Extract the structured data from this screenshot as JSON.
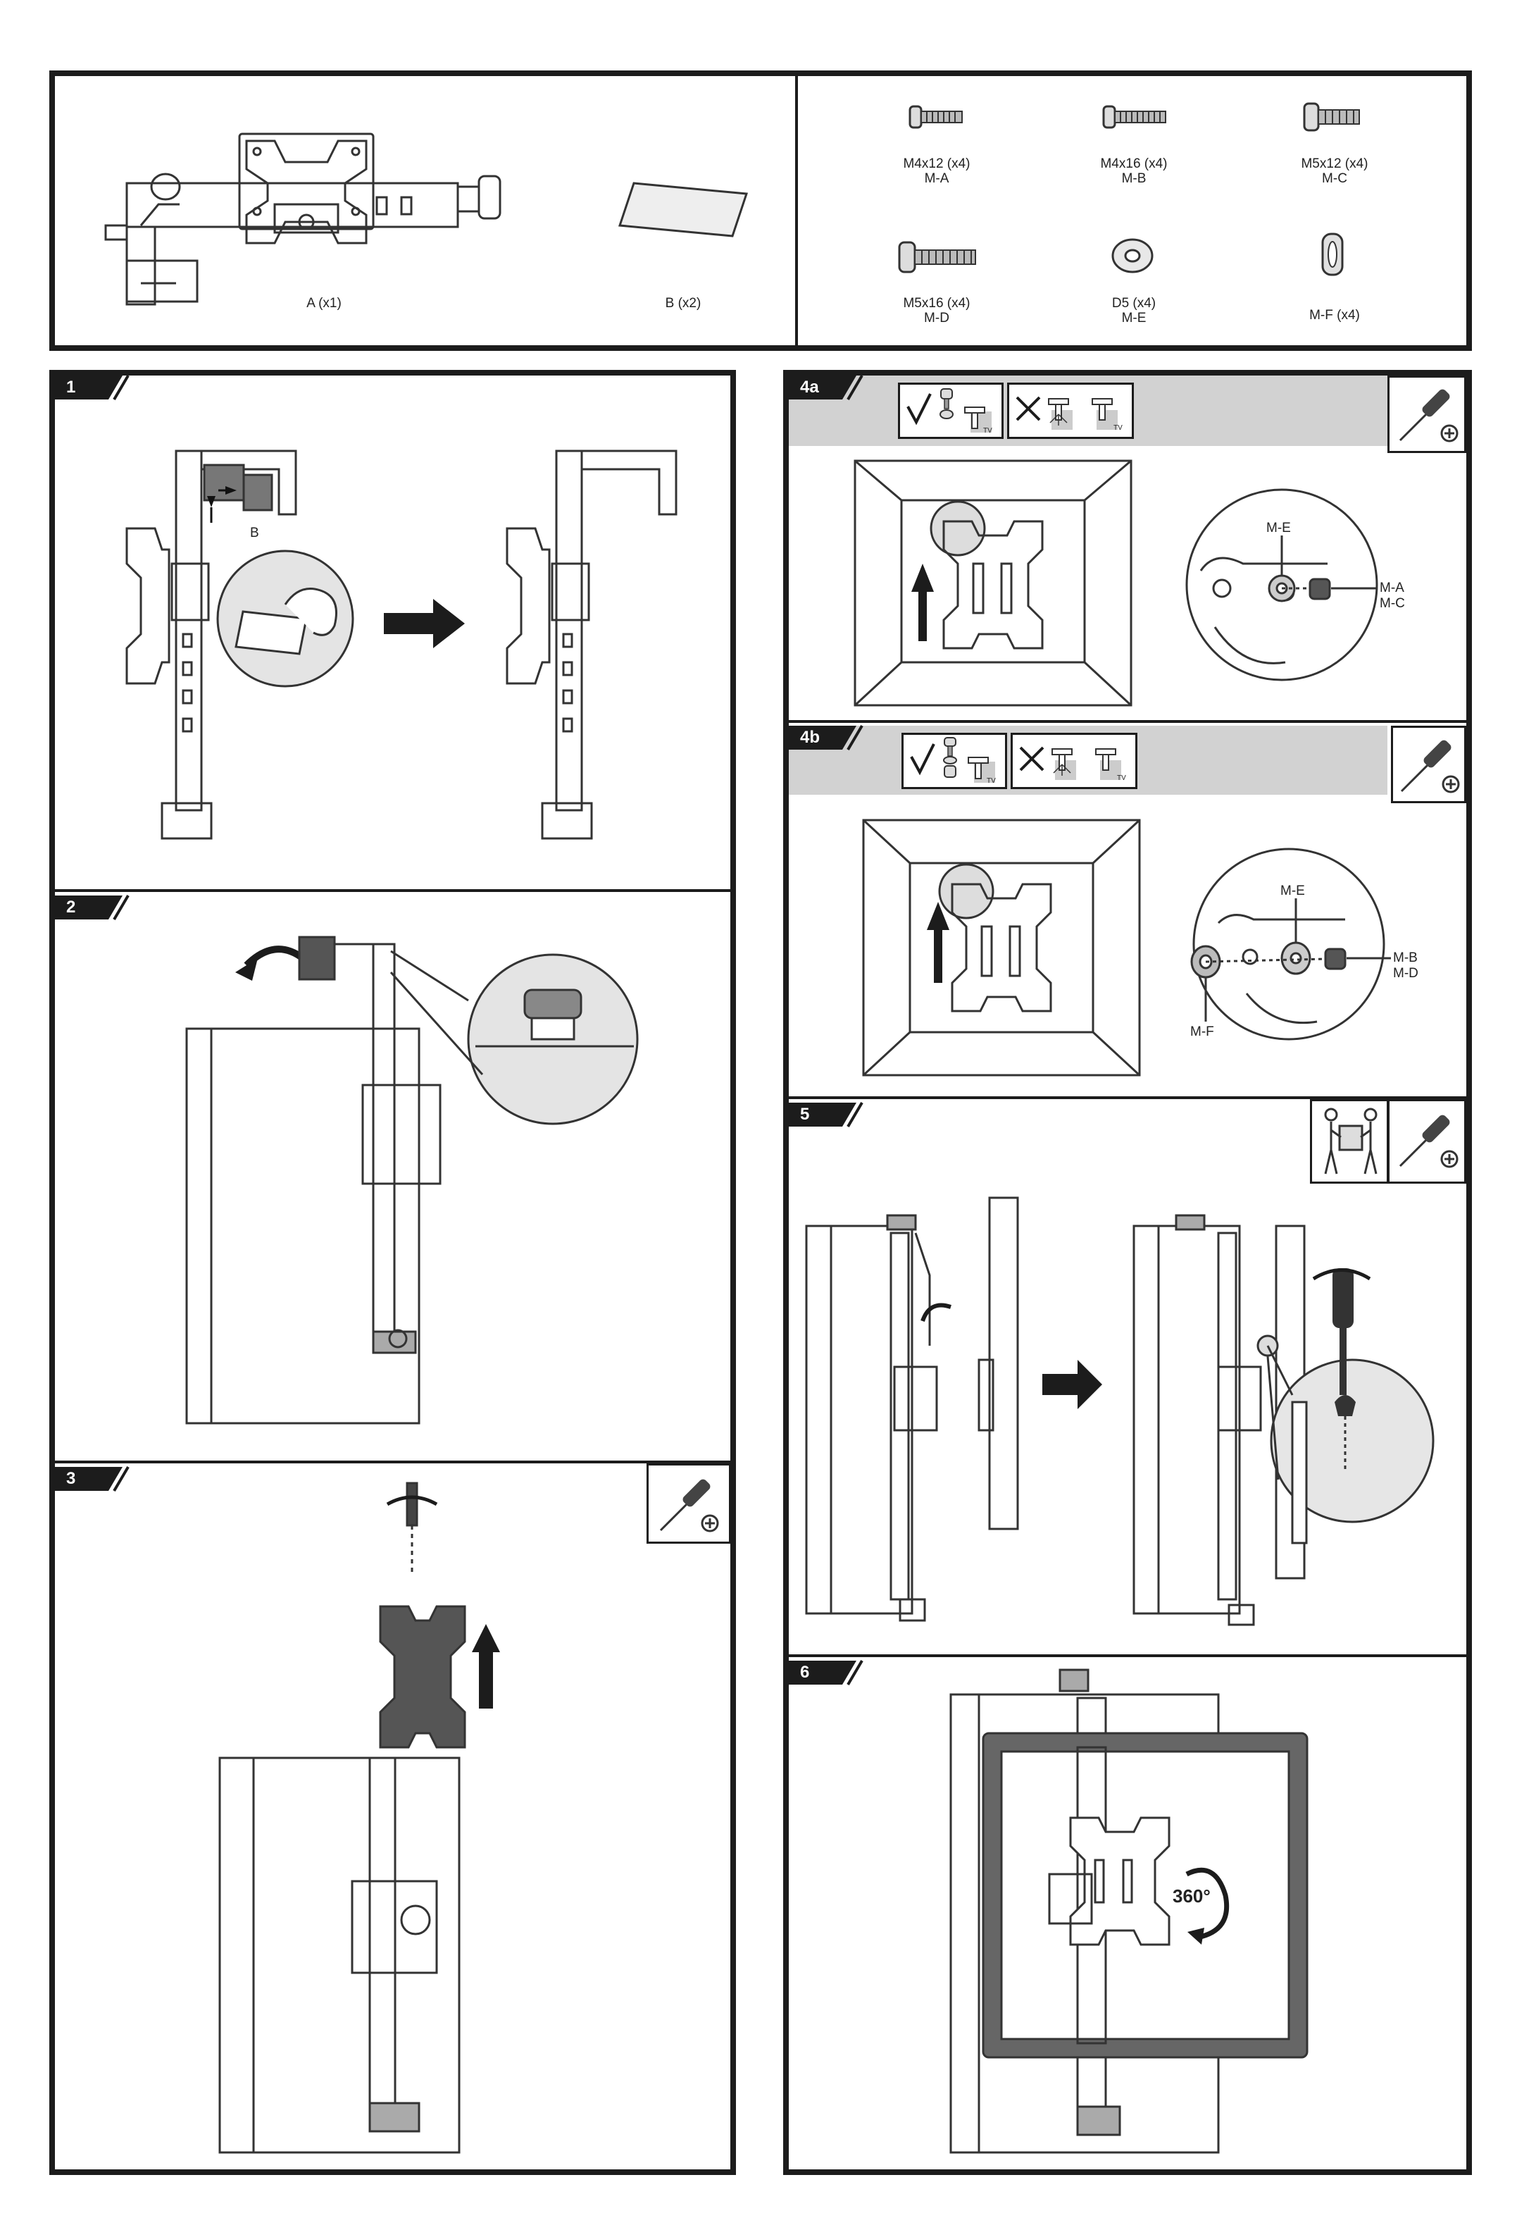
{
  "parts": {
    "bracket": {
      "label": "A (x1)"
    },
    "pad": {
      "label": "B (x2)"
    },
    "screws": [
      {
        "size": "M4x12 (x4)",
        "code": "M-A"
      },
      {
        "size": "M4x16 (x4)",
        "code": "M-B"
      },
      {
        "size": "M5x12 (x4)",
        "code": "M-C"
      },
      {
        "size": "M5x16 (x4)",
        "code": "M-D"
      },
      {
        "size": "D5 (x4)",
        "code": "M-E"
      },
      {
        "size": "M-F (x4)",
        "code": ""
      }
    ]
  },
  "steps": {
    "s1": {
      "number": "1",
      "callout_b": "B"
    },
    "s2": {
      "number": "2"
    },
    "s3": {
      "number": "3"
    },
    "s4a": {
      "number": "4a",
      "callouts": {
        "washer": "M-E",
        "screw_a": "M-A",
        "screw_c": "M-C"
      }
    },
    "s4b": {
      "number": "4b",
      "callouts": {
        "washer": "M-E",
        "screw_b": "M-B",
        "screw_d": "M-D",
        "spacer": "M-F"
      }
    },
    "s5": {
      "number": "5"
    },
    "s6": {
      "number": "6",
      "rotation": "360°"
    }
  },
  "icons": {
    "check": "check-icon",
    "cross": "cross-icon",
    "tv_badge": "TV",
    "screwdriver": "phillips-screwdriver-icon",
    "two_people": "two-person-lift-icon"
  }
}
